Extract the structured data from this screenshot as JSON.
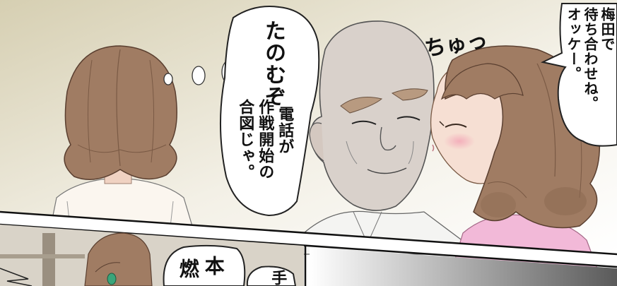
{
  "panels": {
    "top": {
      "thought_text": "たのむぞ",
      "plan_lines": [
        "電話が",
        "作戦開始の",
        "合図じゃ。"
      ],
      "sfx": "ちゅっ",
      "girl_speech_lines": [
        "梅田で",
        "待ち合わせね。",
        "オッケー。"
      ]
    },
    "bottom": {
      "text_left": "本",
      "text_left_second": "燃",
      "text_right": "手"
    }
  },
  "colors": {
    "hair": "#a07c63",
    "hair_dark": "#7a5a45",
    "skin": "#f3d9cc",
    "bald_skin": "#d9d1cb",
    "shirt_pink": "#f2b9d8",
    "bg_gradient_left": "#c9c2a4",
    "bg_gradient_right": "#ffffff"
  }
}
